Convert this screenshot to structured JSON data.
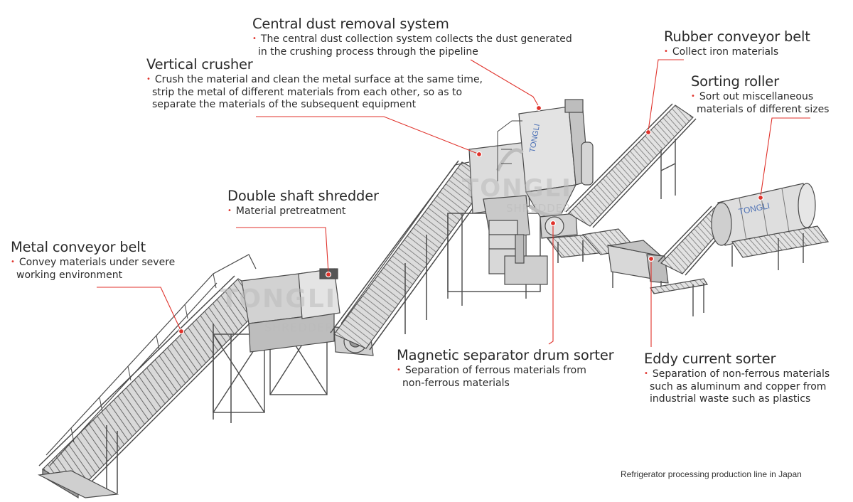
{
  "labels": [
    {
      "id": "central-dust",
      "title": "Central dust removal system",
      "lines": [
        "The central dust collection system collects the dust generated",
        "in the crushing process through the pipeline"
      ]
    },
    {
      "id": "vertical-crusher",
      "title": "Vertical crusher",
      "lines": [
        "Crush the material and clean the metal surface at the same time,",
        "strip the metal of different materials from each other, so as to",
        "separate the materials of the subsequent equipment"
      ]
    },
    {
      "id": "rubber-conveyor",
      "title": "Rubber conveyor belt",
      "lines": [
        "Collect iron materials"
      ]
    },
    {
      "id": "sorting-roller",
      "title": "Sorting roller",
      "lines": [
        "Sort out miscellaneous",
        "materials of different sizes"
      ]
    },
    {
      "id": "double-shaft",
      "title": "Double shaft shredder",
      "lines": [
        "Material pretreatment"
      ]
    },
    {
      "id": "metal-conveyor",
      "title": "Metal conveyor belt",
      "lines": [
        "Convey materials under severe",
        "working environment"
      ]
    },
    {
      "id": "magnetic-sorter",
      "title": "Magnetic separator drum sorter",
      "lines": [
        "Separation of ferrous materials from",
        "non-ferrous materials"
      ]
    },
    {
      "id": "eddy-current",
      "title": "Eddy current sorter",
      "lines": [
        "Separation of non-ferrous materials",
        "such as aluminum and copper from",
        "industrial waste such as plastics"
      ]
    }
  ],
  "caption": "Refrigerator processing production line in Japan",
  "watermark": {
    "brand": "TONGLI",
    "sub": "SHREDDER"
  },
  "machine_brand": "TONGLI",
  "colors": {
    "text": "#2a2a2a",
    "pointer": "#e0322b",
    "machine_stroke": "#4a4a4a",
    "machine_fill": "#e6e6e6"
  }
}
